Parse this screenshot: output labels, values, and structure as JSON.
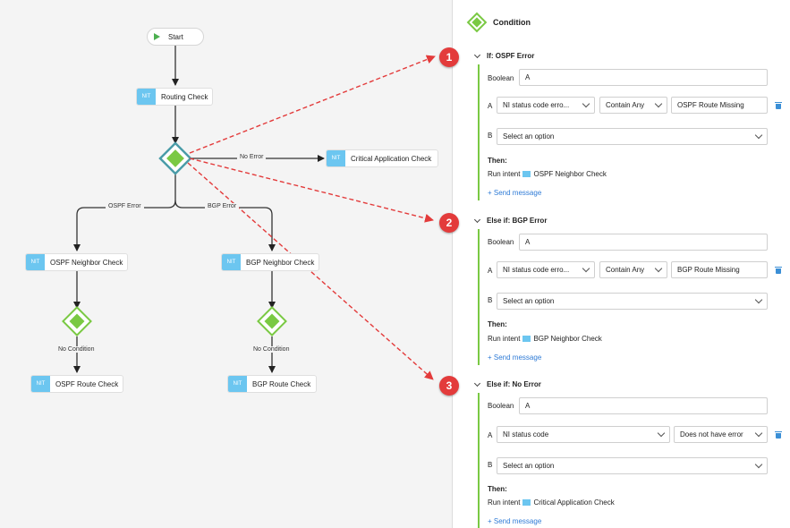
{
  "colors": {
    "canvas_bg": "#f4f4f4",
    "nit_badge": "#6cc6f0",
    "condition_green": "#7ac943",
    "link_blue": "#2f7bd6",
    "annotation_red": "#e33b3b"
  },
  "flow": {
    "start_label": "Start",
    "nit_text": "NIT",
    "nodes": {
      "routing_check": "Routing Check",
      "critical_app_check": "Critical Application Check",
      "ospf_neighbor_check": "OSPF Neighbor Check",
      "bgp_neighbor_check": "BGP Neighbor Check",
      "ospf_route_check": "OSPF Route Check",
      "bgp_route_check": "BGP Route Check"
    },
    "edges": {
      "no_error": "No Error",
      "ospf_error": "OSPF Error",
      "bgp_error": "BGP Error",
      "no_condition_left": "No Condition",
      "no_condition_right": "No Condition"
    }
  },
  "annotations": [
    "1",
    "2",
    "3"
  ],
  "panel": {
    "title": "Condition",
    "boolean_label": "Boolean",
    "then_label": "Then:",
    "run_intent_label": "Run intent",
    "send_message": "+ Send message",
    "branches": [
      {
        "heading": "If: OSPF Error",
        "boolean_value": "A",
        "a_key": "A",
        "a_select1": "NI status code erro...",
        "a_select2": "Contain Any",
        "a_value": "OSPF Route Missing",
        "b_key": "B",
        "b_placeholder": "Select an option",
        "intent": "OSPF Neighbor Check"
      },
      {
        "heading": "Else if: BGP Error",
        "boolean_value": "A",
        "a_key": "A",
        "a_select1": "NI status code erro...",
        "a_select2": "Contain Any",
        "a_value": "BGP Route Missing",
        "b_key": "B",
        "b_placeholder": "Select an option",
        "intent": "BGP Neighbor Check"
      },
      {
        "heading": "Else if: No Error",
        "boolean_value": "A",
        "a_key": "A",
        "a_select1": "NI status code",
        "a_select2": "Does not have error",
        "b_key": "B",
        "b_placeholder": "Select an option",
        "intent": "Critical Application Check"
      }
    ]
  }
}
